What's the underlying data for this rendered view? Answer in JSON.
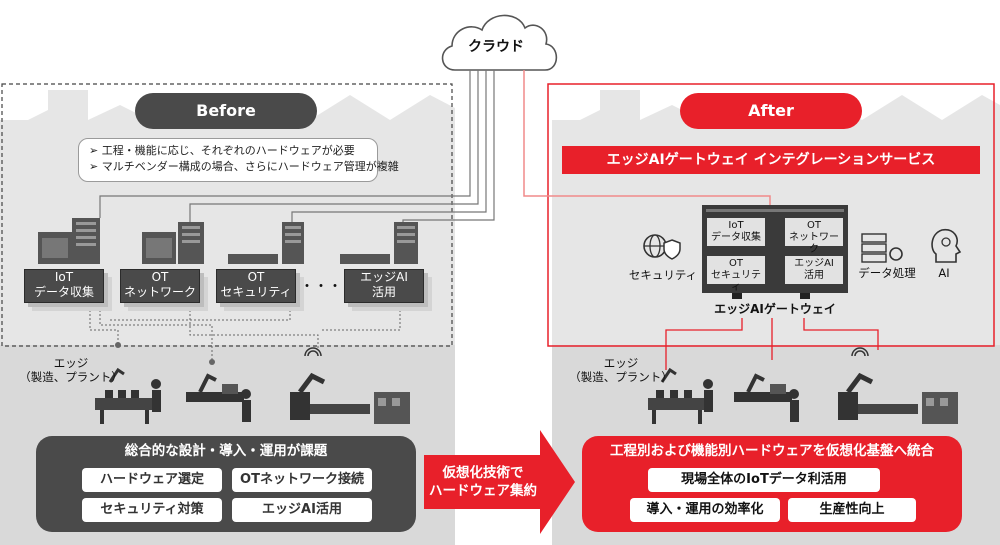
{
  "cloud": {
    "label": "クラウド"
  },
  "before": {
    "title": "Before",
    "notes": [
      "➢ 工程・機能に応じ、それぞれのハードウェアが必要",
      "➢ マルチベンダー構成の場合、さらにハードウェア管理が複雑"
    ],
    "devices": [
      {
        "line1": "IoT",
        "line2": "データ収集"
      },
      {
        "line1": "OT",
        "line2": "ネットワーク"
      },
      {
        "line1": "OT",
        "line2": "セキュリティ"
      },
      {
        "line1": "エッジAI",
        "line2": "活用"
      }
    ],
    "ellipsis": "・・・",
    "edge_label": {
      "line1": "エッジ",
      "line2": "（製造、プラント）"
    },
    "issues": {
      "title": "総合的な設計・導入・運用が課題",
      "items": [
        "ハードウェア選定",
        "OTネットワーク接続",
        "セキュリティ対策",
        "エッジAI活用"
      ]
    }
  },
  "arrow": {
    "line1": "仮想化技術で",
    "line2": "ハードウェア集約"
  },
  "after": {
    "title": "After",
    "service": "エッジAIゲートウェイ インテグレーションサービス",
    "security_label": "セキュリティ",
    "gateway_cells": [
      {
        "line1": "IoT",
        "line2": "データ収集"
      },
      {
        "line1": "OT",
        "line2": "ネットワーク"
      },
      {
        "line1": "OT",
        "line2": "セキュリティ"
      },
      {
        "line1": "エッジAI",
        "line2": "活用"
      }
    ],
    "gateway_label": "エッジAIゲートウェイ",
    "data_processing_label": "データ処理",
    "ai_label": "AI",
    "edge_label": {
      "line1": "エッジ",
      "line2": "（製造、プラント）"
    },
    "benefits": {
      "title": "工程別および機能別ハードウェアを仮想化基盤へ統合",
      "items": [
        "現場全体のIoTデータ利活用",
        "導入・運用の効率化",
        "生産性向上"
      ]
    }
  },
  "colors": {
    "accent": "#e8202a",
    "dark": "#4a4a4a",
    "factory": "#e6e6e6",
    "floor": "#cfcfcf"
  }
}
